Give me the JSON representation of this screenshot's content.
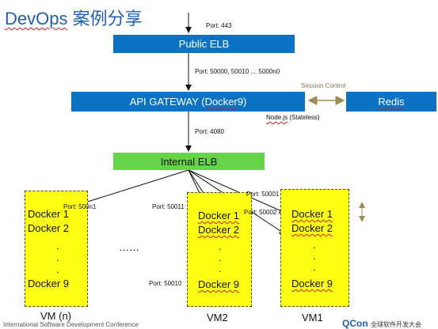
{
  "title": {
    "main": "DevOps",
    "suffix": "案例分享"
  },
  "public_elb": {
    "label": "Public ELB",
    "port": "Port: 443"
  },
  "api_gateway": {
    "label_prefix": "API GATEWAY (",
    "label_docker": "Docker",
    "label_suffix": " 9)",
    "ports": "Port: 50000, 50010 … 5000n0",
    "note_prefix": "",
    "note_nodejs": "Node.js",
    "note_suffix": " (Stateless)"
  },
  "redis": {
    "label": "Redis",
    "session": "Session Control"
  },
  "internal_elb": {
    "label": "Internal ELB",
    "port": "Port: 4080"
  },
  "vm_n": {
    "name": "VM (n)",
    "port": "Port: 500n1",
    "dockers": [
      "Docker 1",
      "Docker 2",
      "Docker 9"
    ]
  },
  "vm2": {
    "name": "VM2",
    "port_top": "Port: 50011",
    "port_bottom": "Port: 50010",
    "dockers": [
      "Docker 1",
      "Docker 2",
      "Docker 9"
    ]
  },
  "vm1": {
    "name": "VM1",
    "port_a": "Port: 50001",
    "port_b": "Port: 50002",
    "dockers": [
      "Docker 1",
      "Docker 2",
      "Docker 9"
    ]
  },
  "ellipsis": "……",
  "dots": ".",
  "footer": {
    "left": "International Software Development Conference",
    "brand": "QCon",
    "brand_cn": "全球软件开发大会"
  },
  "colors": {
    "blue": "#0b72c4",
    "green": "#66d44a",
    "vm_yellow": "#ffff14",
    "link": "#a08a5a"
  }
}
